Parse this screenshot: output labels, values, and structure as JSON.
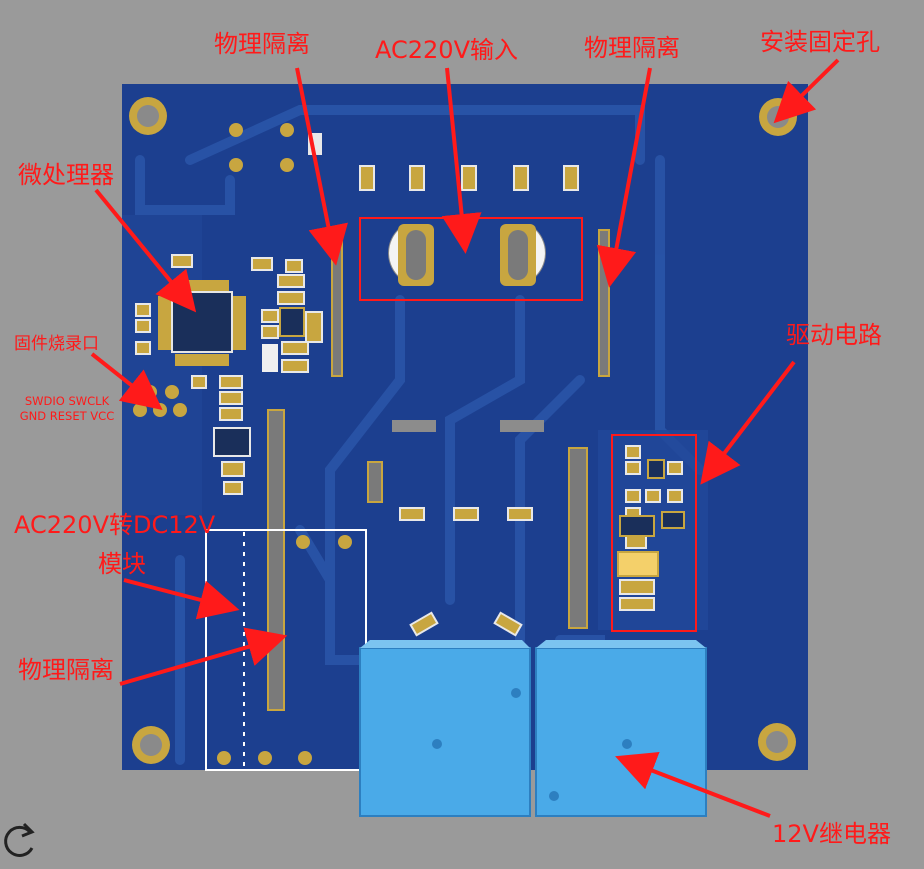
{
  "annotations": {
    "isolation_top_left": "物理隔离",
    "ac_input": "AC220V输入",
    "isolation_top_right": "物理隔离",
    "mounting_hole": "安装固定孔",
    "microprocessor": "微处理器",
    "firmware_port": "固件烧录口",
    "pin_row_1": "SWDIO SWCLK",
    "pin_row_2": "GND RESET VCC",
    "drive_circuit": "驱动电路",
    "converter_line_1": "AC220V转DC12V",
    "converter_line_2": "模块",
    "isolation_left": "物理隔离",
    "relay": "12V继电器"
  },
  "colors": {
    "board": "#1c3f8f",
    "board_trace": "#2a55a8",
    "pad_gold": "#c8a640",
    "annotation": "#ff1a1a",
    "relay_blue": "#4aaae8",
    "background": "#9a9a9a"
  },
  "icons": {
    "corner": "refresh-icon"
  }
}
